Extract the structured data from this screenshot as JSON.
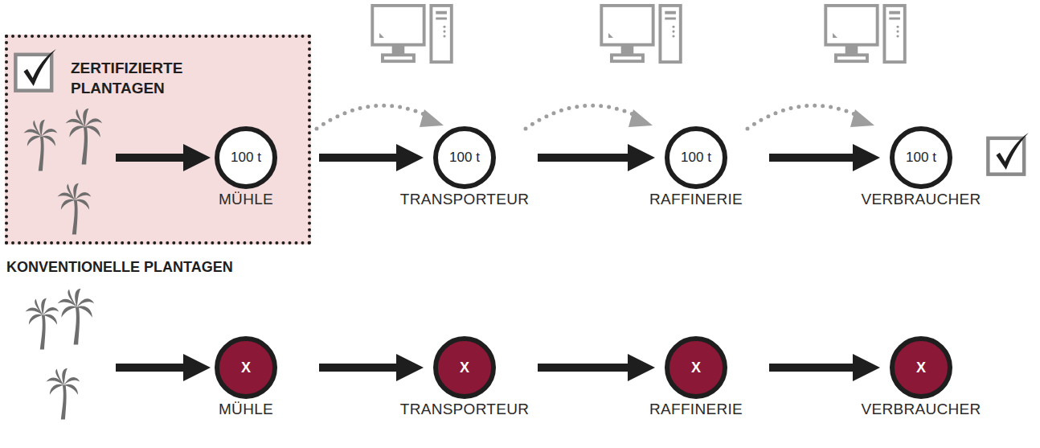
{
  "diagram": {
    "nodes": [
      {
        "text": [
          "ZERTIFIZIERTE PLANTAGEN"
        ]
      },
      {
        "text": [
          "100 t",
          "MÜHLE"
        ],
        "in": 0
      },
      {
        "text": [
          "100 t",
          "TRANSPORTEUR"
        ]
      },
      {
        "text": [
          "100 t",
          "RAFFINERIE"
        ]
      },
      {
        "text": [
          "100 t",
          "VERBRAUCHER"
        ]
      },
      {
        "text": [
          "X",
          "MÜHLE"
        ]
      },
      {
        "text": [
          "X",
          "TRANSPORTEUR"
        ]
      },
      {
        "text": [
          "X",
          "RAFFINERIE"
        ]
      },
      {
        "text": [
          "X",
          "VERBRAUCHER"
        ]
      }
    ],
    "edges": [
      {
        "from": 1,
        "to": 2,
        "arrow": "to"
      },
      {
        "from": 2,
        "to": 3,
        "arrow": "to"
      },
      {
        "from": 3,
        "to": 4,
        "arrow": "to"
      },
      {
        "from": 5,
        "to": 6,
        "arrow": "to"
      },
      {
        "from": 6,
        "to": 7,
        "arrow": "to"
      },
      {
        "from": 7,
        "to": 8,
        "arrow": "to"
      }
    ],
    "labels": [
      "KONVENTIONELLE PLANTAGEN"
    ]
  }
}
